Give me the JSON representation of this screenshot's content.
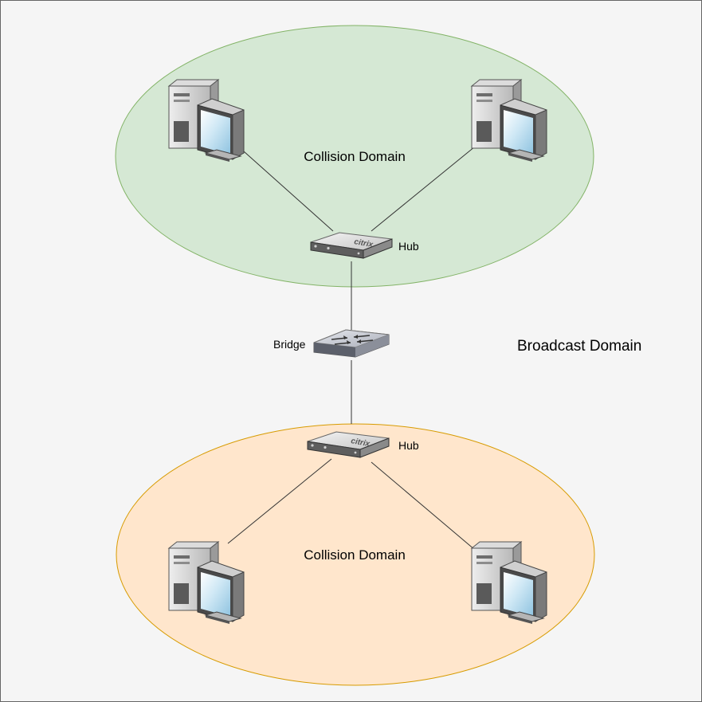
{
  "diagram": {
    "broadcast_domain_label": "Broadcast Domain",
    "collision_domains": [
      {
        "label": "Collision Domain",
        "fill_color": "#d5e8d4",
        "stroke_color": "#82b366"
      },
      {
        "label": "Collision Domain",
        "fill_color": "#ffe6cc",
        "stroke_color": "#d79b00"
      }
    ],
    "hubs": [
      {
        "label": "Hub",
        "brand_text": "citrix"
      },
      {
        "label": "Hub",
        "brand_text": "citrix"
      }
    ],
    "bridge": {
      "label": "Bridge"
    },
    "background_color": "#f5f5f5",
    "border_color": "#666666"
  }
}
